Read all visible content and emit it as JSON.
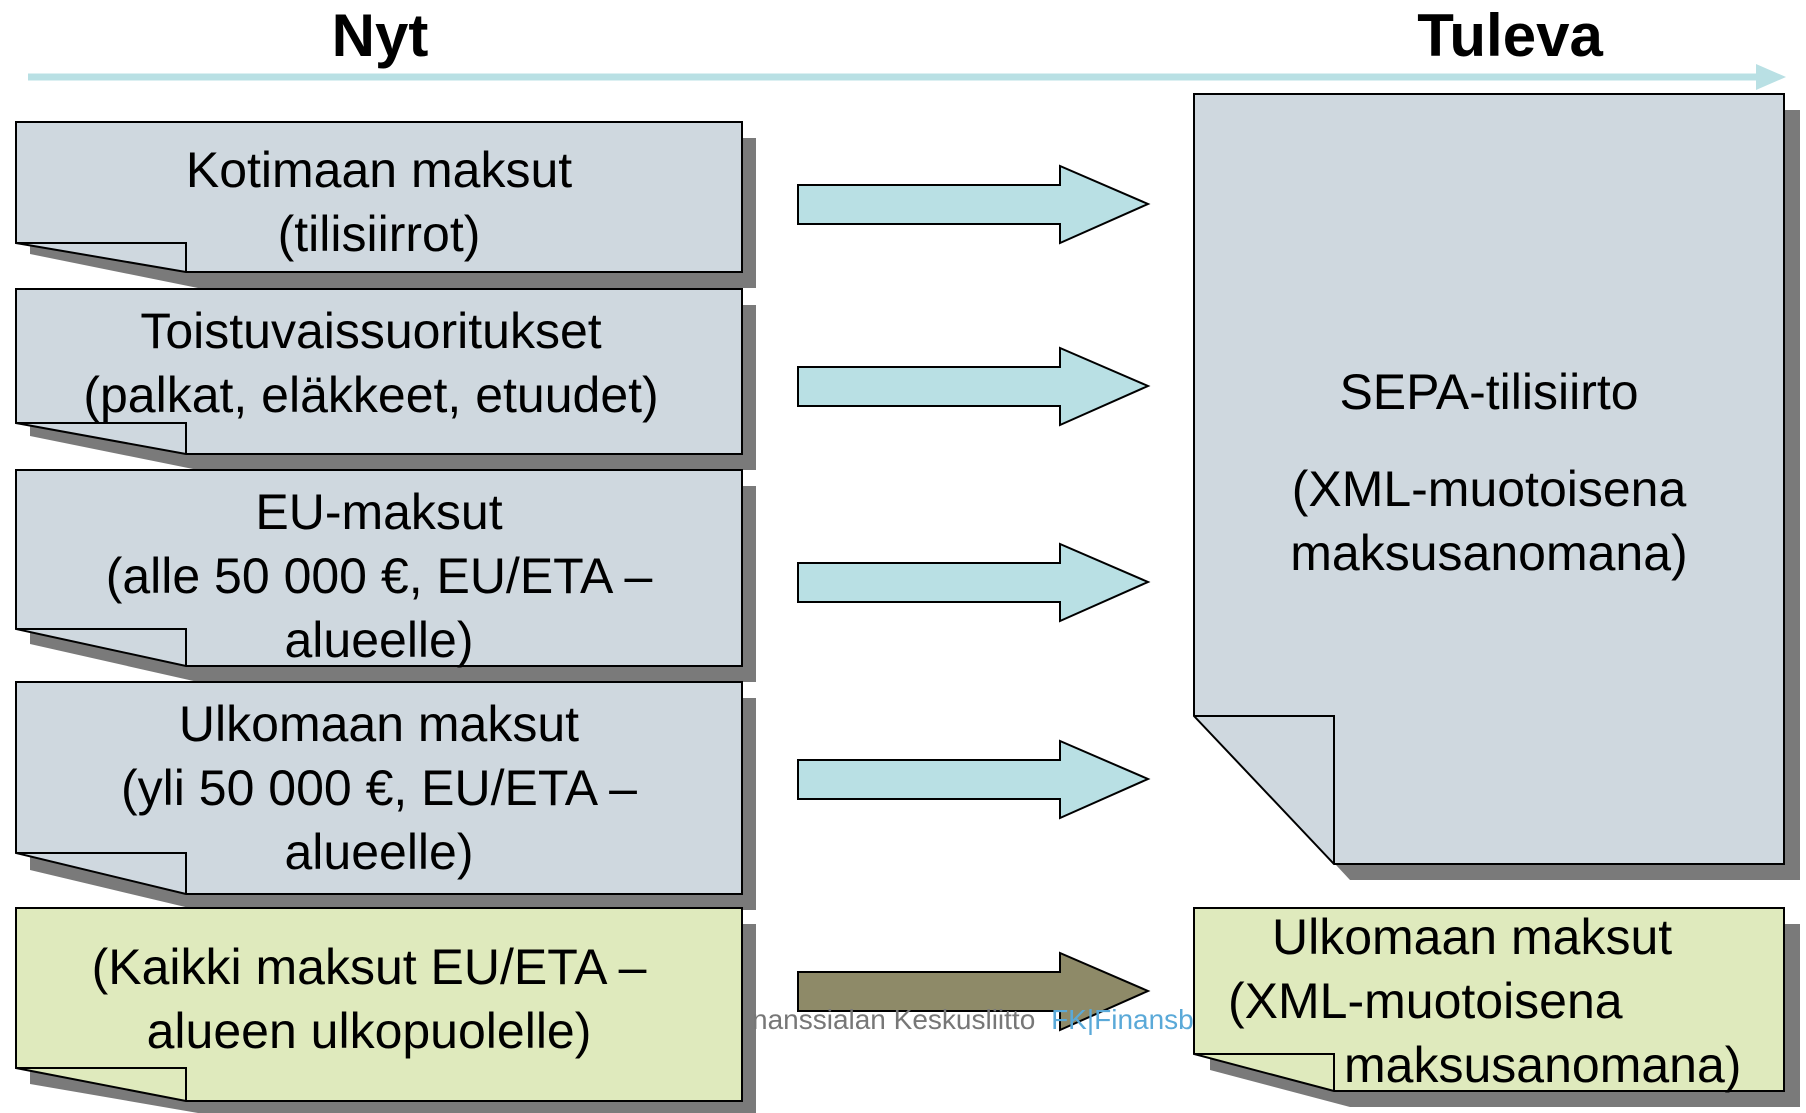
{
  "headings": {
    "now": "Nyt",
    "future": "Tuleva"
  },
  "colors": {
    "timeline": "#b9e0e4",
    "box_fill": "#cfd8df",
    "green_fill": "#dfeabd",
    "arrow_fill": "#b9e0e4",
    "arrow_dark": "#8e8a68",
    "shadow": "#7a7a7a"
  },
  "now_boxes": [
    {
      "lines": [
        "Kotimaan maksut",
        "(tilisiirrot)"
      ]
    },
    {
      "lines": [
        "Toistuvaissuoritukset",
        "(palkat, eläkkeet, etuudet)"
      ]
    },
    {
      "lines": [
        "EU-maksut",
        "(alle 50 000 €, EU/ETA –",
        "alueelle)"
      ]
    },
    {
      "lines": [
        "Ulkomaan maksut",
        "(yli 50 000 €, EU/ETA –",
        "alueelle)"
      ]
    },
    {
      "lines": [
        "(Kaikki maksut EU/ETA –",
        "alueen ulkopuolelle)"
      ]
    }
  ],
  "future_main": {
    "title": "SEPA-tilisiirto",
    "lines": [
      "(XML-muotoisena",
      "maksusanomana)"
    ]
  },
  "future_foreign": {
    "lines": [
      "Ulkomaan maksut",
      "(XML-muotoisena",
      "maksusanomana)"
    ]
  },
  "logo": {
    "left_text": "nanssialan Keskusliitto",
    "right_text": "FK|Finansb"
  }
}
